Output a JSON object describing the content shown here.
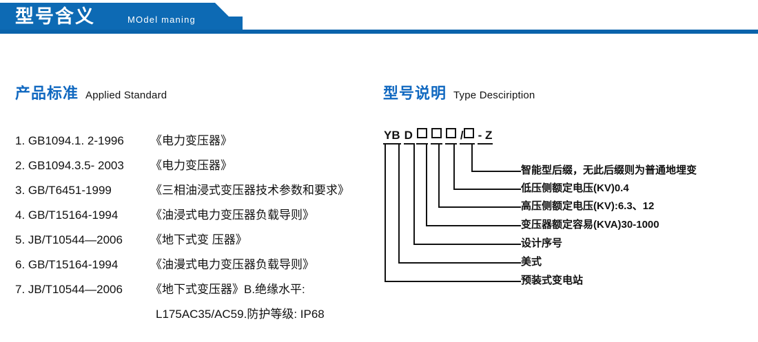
{
  "banner": {
    "title": "型号含义",
    "subtitle": "MOdel maning",
    "color": "#0d6ab4"
  },
  "sections": {
    "standard": {
      "cn": "产品标准",
      "en": "Applied Standard",
      "accent": "#1068c0"
    },
    "type": {
      "cn": "型号说明",
      "en": "Type Desciription",
      "accent": "#1068c0"
    }
  },
  "standards": [
    {
      "code": "1. GB1094.1. 2-1996",
      "name": "《电力变压器》"
    },
    {
      "code": "2. GB1094.3.5- 2003",
      "name": "《电力变压器》"
    },
    {
      "code": "3. GB/T6451-1999",
      "name": "《三相油浸式变压器技术参数和要求》"
    },
    {
      "code": "4. GB/T15164-1994",
      "name": "《油浸式电力变压器负载导则》"
    },
    {
      "code": "5. JB/T10544—2006",
      "name": "《地下式变 压器》"
    },
    {
      "code": "6. GB/T15164-1994",
      "name": "《油漫式电力变压器负载导则》"
    },
    {
      "code": "7. JB/T10544—2006",
      "name": "《地下式变压器》B.绝缘水平:"
    }
  ],
  "standard_continuation": "L175AC35/AC59.防护等级: IP68",
  "type_code": {
    "segments": [
      {
        "text": "YB",
        "kind": "text"
      },
      {
        "text": "D",
        "kind": "text"
      },
      {
        "text": "□",
        "kind": "box"
      },
      {
        "text": "□",
        "kind": "box"
      },
      {
        "text": "□",
        "kind": "box"
      },
      {
        "text": "/□",
        "kind": "slash-box"
      },
      {
        "text": "- Z",
        "kind": "text"
      }
    ],
    "full": "YB D □□□/□ - Z"
  },
  "type_labels": [
    "智能型后缀，无此后缀则为普通地埋变",
    "低压侧额定电压(KV)0.4",
    "高压侧额定电压(KV):6.3、12",
    "变压器额定容易(KVA)30-1000",
    "设计序号",
    "美式",
    "预装式变电站"
  ]
}
